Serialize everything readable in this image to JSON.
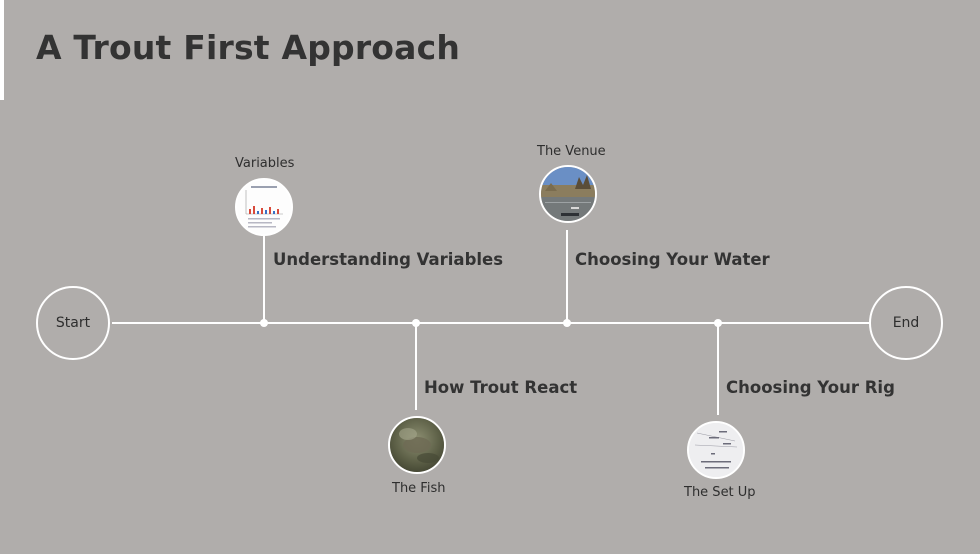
{
  "title": "A Trout First Approach",
  "start_label": "Start",
  "end_label": "End",
  "milestones": [
    {
      "topic": "Understanding Variables",
      "caption": "Variables",
      "image": "chart-thumbnail"
    },
    {
      "topic": "How Trout React",
      "caption": "The Fish",
      "image": "underwater-trout-photo"
    },
    {
      "topic": "Choosing Your Water",
      "caption": "The Venue",
      "image": "river-landscape-photo"
    },
    {
      "topic": "Choosing Your Rig",
      "caption": "The Set Up",
      "image": "rig-diagram-thumbnail"
    }
  ],
  "colors": {
    "background": "#b0adab",
    "line": "#ffffff",
    "text": "#333333"
  }
}
